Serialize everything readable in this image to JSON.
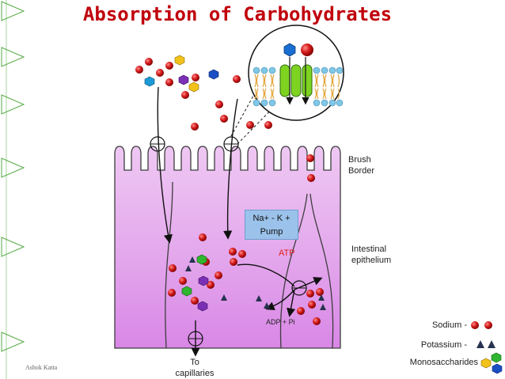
{
  "title": "Absorption of Carbohydrates",
  "labels": {
    "brush_border_1": "Brush",
    "brush_border_2": "Border",
    "intestinal_1": "Intestinal",
    "intestinal_2": "epithelium",
    "pump_1": "Na+ - K +",
    "pump_2": "Pump",
    "atp": "ATP",
    "adp": "ADP + Pi",
    "to_1": "To",
    "to_2": "capillaries",
    "author": "Ashok Katta"
  },
  "legend": {
    "sodium": "Sodium -",
    "potassium": "Potassium -",
    "monosaccharides": "Monosaccharides"
  },
  "colors": {
    "title": "#c0000c",
    "cell": "#e9b6ef",
    "cell_dark": "#d77ee4",
    "cell_stroke": "#3d3d3d",
    "sodium": "#cc1111",
    "potassium": "#26324f",
    "pump_fill": "#9bc2ea",
    "channel": "#7ed321",
    "membrane": "#ffc96a"
  }
}
